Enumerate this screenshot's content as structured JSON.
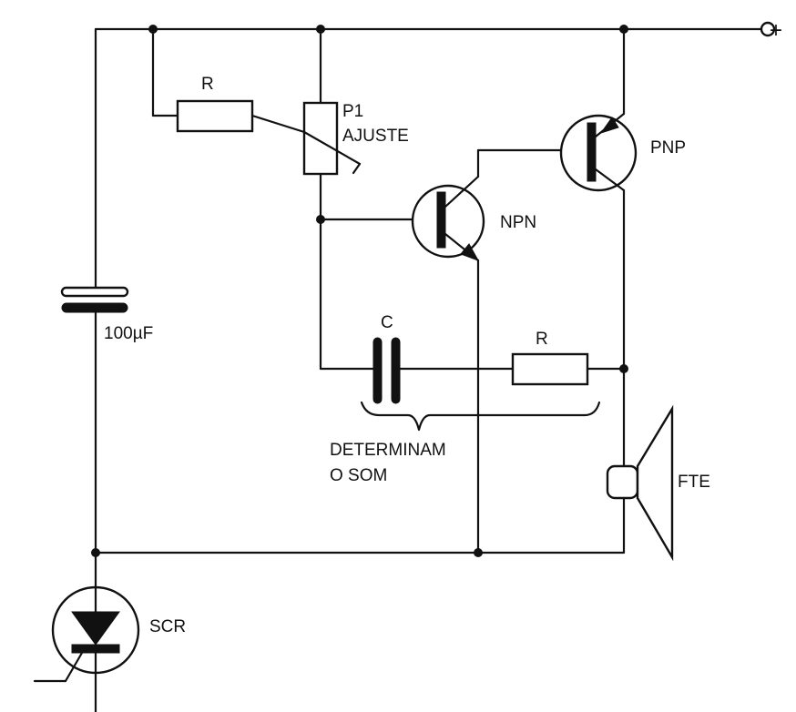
{
  "labels": {
    "r_top": "R",
    "p1_name": "P1",
    "p1_desc": "AJUSTE",
    "npn": "NPN",
    "pnp": "PNP",
    "cap_100": "100µF",
    "c": "C",
    "r_bottom": "R",
    "determine_1": "DETERMINAM",
    "determine_2": "O SOM",
    "fte": "FTE",
    "scr": "SCR",
    "plus": "+"
  }
}
